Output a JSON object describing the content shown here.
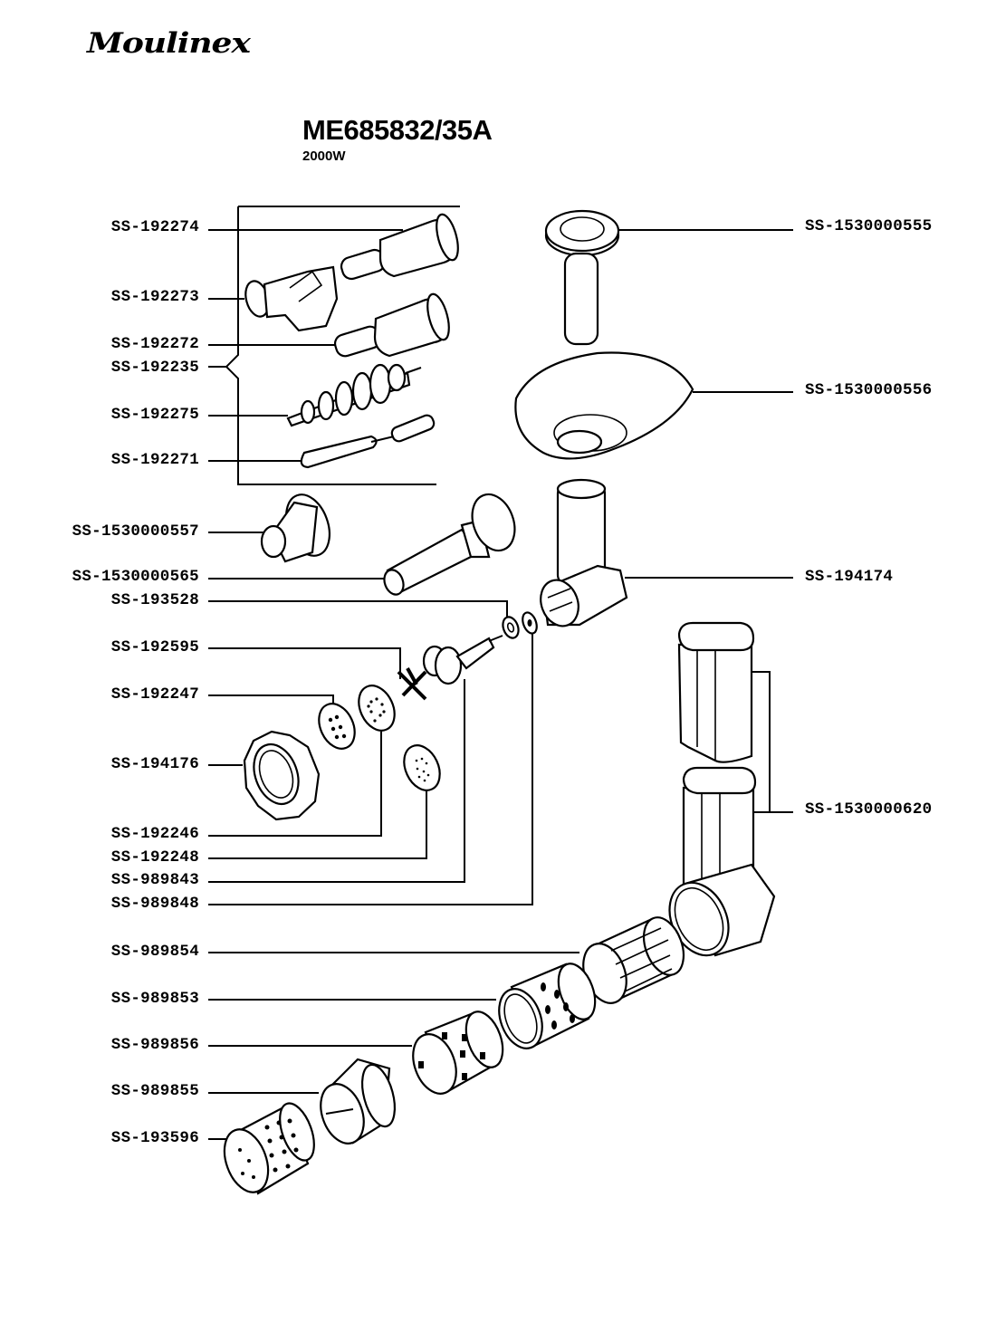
{
  "header": {
    "brand": "Moulinex",
    "model": "ME685832/35A",
    "power": "2000W"
  },
  "parts_left": [
    {
      "ref": "SS-192274"
    },
    {
      "ref": "SS-192273"
    },
    {
      "ref": "SS-192272"
    },
    {
      "ref": "SS-192235"
    },
    {
      "ref": "SS-192275"
    },
    {
      "ref": "SS-192271"
    },
    {
      "ref": "SS-1530000557"
    },
    {
      "ref": "SS-1530000565"
    },
    {
      "ref": "SS-193528"
    },
    {
      "ref": "SS-192595"
    },
    {
      "ref": "SS-192247"
    },
    {
      "ref": "SS-194176"
    },
    {
      "ref": "SS-192246"
    },
    {
      "ref": "SS-192248"
    },
    {
      "ref": "SS-989843"
    },
    {
      "ref": "SS-989848"
    },
    {
      "ref": "SS-989854"
    },
    {
      "ref": "SS-989853"
    },
    {
      "ref": "SS-989856"
    },
    {
      "ref": "SS-989855"
    },
    {
      "ref": "SS-193596"
    }
  ],
  "parts_right": [
    {
      "ref": "SS-1530000555"
    },
    {
      "ref": "SS-1530000556"
    },
    {
      "ref": "SS-194174"
    },
    {
      "ref": "SS-1530000620"
    }
  ]
}
